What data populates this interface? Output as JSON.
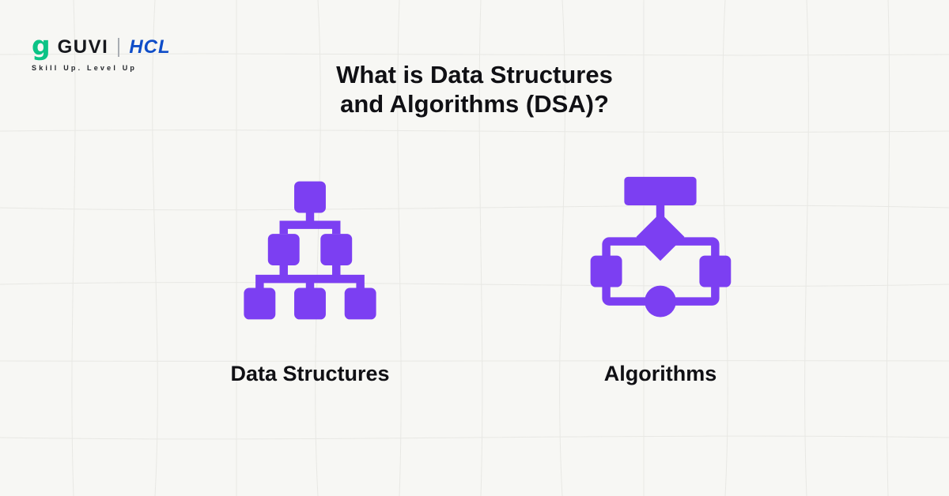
{
  "brand": {
    "logo_letter": "g",
    "guvi": "GUVI",
    "hcl": "HCL",
    "tagline": "Skill Up. Level Up"
  },
  "title": {
    "line1": "What is Data Structures",
    "line2": "and Algorithms (DSA)?"
  },
  "concepts": [
    {
      "label": "Data Structures",
      "icon": "tree-hierarchy-icon"
    },
    {
      "label": "Algorithms",
      "icon": "flowchart-icon"
    }
  ],
  "colors": {
    "accent_purple": "#7c3ff2",
    "guvi_green": "#0bc386",
    "hcl_blue": "#0f4dc8",
    "title_text": "#101014",
    "background": "#f7f7f4",
    "grid_line": "#e8e8e4"
  }
}
